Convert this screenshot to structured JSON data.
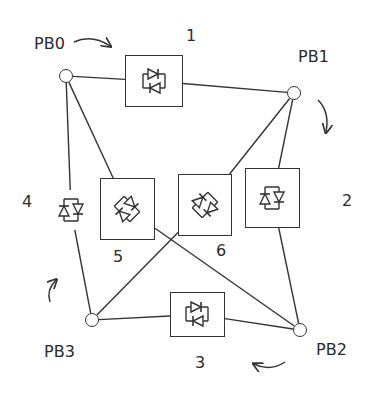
{
  "diagram": {
    "nodes": [
      {
        "text": [
          "PB0"
        ]
      },
      {
        "text": [
          "PB1"
        ]
      },
      {
        "text": [
          "PB2"
        ]
      },
      {
        "text": [
          "PB3"
        ]
      },
      {
        "text": [
          "1"
        ]
      },
      {
        "text": [
          "2"
        ]
      },
      {
        "text": [
          "3"
        ]
      },
      {
        "text": [
          "4"
        ]
      },
      {
        "text": [
          "5"
        ]
      },
      {
        "text": [
          "6"
        ]
      }
    ],
    "edges": [
      {
        "from": 0,
        "to": 4,
        "arrow": "none"
      },
      {
        "from": 4,
        "to": 1,
        "arrow": "none"
      },
      {
        "from": 1,
        "to": 5,
        "arrow": "none"
      },
      {
        "from": 5,
        "to": 2,
        "arrow": "none"
      },
      {
        "from": 2,
        "to": 6,
        "arrow": "none"
      },
      {
        "from": 6,
        "to": 3,
        "arrow": "none"
      },
      {
        "from": 3,
        "to": 7,
        "arrow": "none"
      },
      {
        "from": 7,
        "to": 0,
        "arrow": "none"
      },
      {
        "from": 0,
        "to": 8,
        "arrow": "none"
      },
      {
        "from": 8,
        "to": 2,
        "arrow": "none"
      },
      {
        "from": 1,
        "to": 9,
        "arrow": "none"
      },
      {
        "from": 9,
        "to": 3,
        "arrow": "none"
      }
    ]
  }
}
